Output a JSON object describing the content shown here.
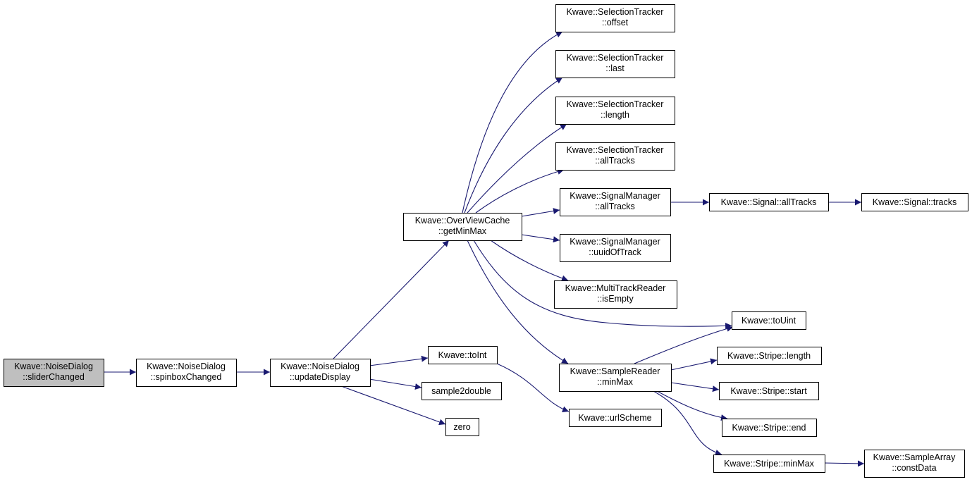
{
  "colors": {
    "edge": "#191970",
    "root_fill": "#bfbfbf",
    "node_fill": "#ffffff",
    "border": "#000000"
  },
  "nodes": [
    {
      "id": "n0",
      "lines": [
        "Kwave::NoiseDialog",
        "::sliderChanged"
      ],
      "root": true
    },
    {
      "id": "n1",
      "lines": [
        "Kwave::NoiseDialog",
        "::spinboxChanged"
      ]
    },
    {
      "id": "n2",
      "lines": [
        "Kwave::NoiseDialog",
        "::updateDisplay"
      ]
    },
    {
      "id": "n3",
      "lines": [
        "Kwave::OverViewCache",
        "::getMinMax"
      ]
    },
    {
      "id": "n4",
      "lines": [
        "Kwave::SelectionTracker",
        "::offset"
      ]
    },
    {
      "id": "n5",
      "lines": [
        "Kwave::SelectionTracker",
        "::last"
      ]
    },
    {
      "id": "n6",
      "lines": [
        "Kwave::SelectionTracker",
        "::length"
      ]
    },
    {
      "id": "n7",
      "lines": [
        "Kwave::SelectionTracker",
        "::allTracks"
      ]
    },
    {
      "id": "n8",
      "lines": [
        "Kwave::SignalManager",
        "::allTracks"
      ]
    },
    {
      "id": "n9",
      "lines": [
        "Kwave::SignalManager",
        "::uuidOfTrack"
      ]
    },
    {
      "id": "n10",
      "lines": [
        "Kwave::MultiTrackReader",
        "::isEmpty"
      ]
    },
    {
      "id": "n11",
      "lines": [
        "Kwave::toUint"
      ]
    },
    {
      "id": "n12",
      "lines": [
        "Kwave::SampleReader",
        "::minMax"
      ]
    },
    {
      "id": "n13",
      "lines": [
        "Kwave::Signal::allTracks"
      ]
    },
    {
      "id": "n14",
      "lines": [
        "Kwave::Signal::tracks"
      ]
    },
    {
      "id": "n15",
      "lines": [
        "Kwave::toInt"
      ]
    },
    {
      "id": "n16",
      "lines": [
        "sample2double"
      ]
    },
    {
      "id": "n17",
      "lines": [
        "zero"
      ]
    },
    {
      "id": "n18",
      "lines": [
        "Kwave::urlScheme"
      ]
    },
    {
      "id": "n19",
      "lines": [
        "Kwave::Stripe::length"
      ]
    },
    {
      "id": "n20",
      "lines": [
        "Kwave::Stripe::start"
      ]
    },
    {
      "id": "n21",
      "lines": [
        "Kwave::Stripe::end"
      ]
    },
    {
      "id": "n22",
      "lines": [
        "Kwave::Stripe::minMax"
      ]
    },
    {
      "id": "n23",
      "lines": [
        "Kwave::SampleArray",
        "::constData"
      ]
    }
  ],
  "edges": [
    [
      "n0",
      "n1"
    ],
    [
      "n1",
      "n2"
    ],
    [
      "n2",
      "n3"
    ],
    [
      "n2",
      "n15"
    ],
    [
      "n2",
      "n16"
    ],
    [
      "n2",
      "n17"
    ],
    [
      "n3",
      "n4"
    ],
    [
      "n3",
      "n5"
    ],
    [
      "n3",
      "n6"
    ],
    [
      "n3",
      "n7"
    ],
    [
      "n3",
      "n8"
    ],
    [
      "n3",
      "n9"
    ],
    [
      "n3",
      "n10"
    ],
    [
      "n3",
      "n11"
    ],
    [
      "n3",
      "n12"
    ],
    [
      "n8",
      "n13"
    ],
    [
      "n13",
      "n14"
    ],
    [
      "n15",
      "n18"
    ],
    [
      "n12",
      "n11"
    ],
    [
      "n12",
      "n19"
    ],
    [
      "n12",
      "n20"
    ],
    [
      "n12",
      "n21"
    ],
    [
      "n12",
      "n22"
    ],
    [
      "n22",
      "n23"
    ]
  ]
}
